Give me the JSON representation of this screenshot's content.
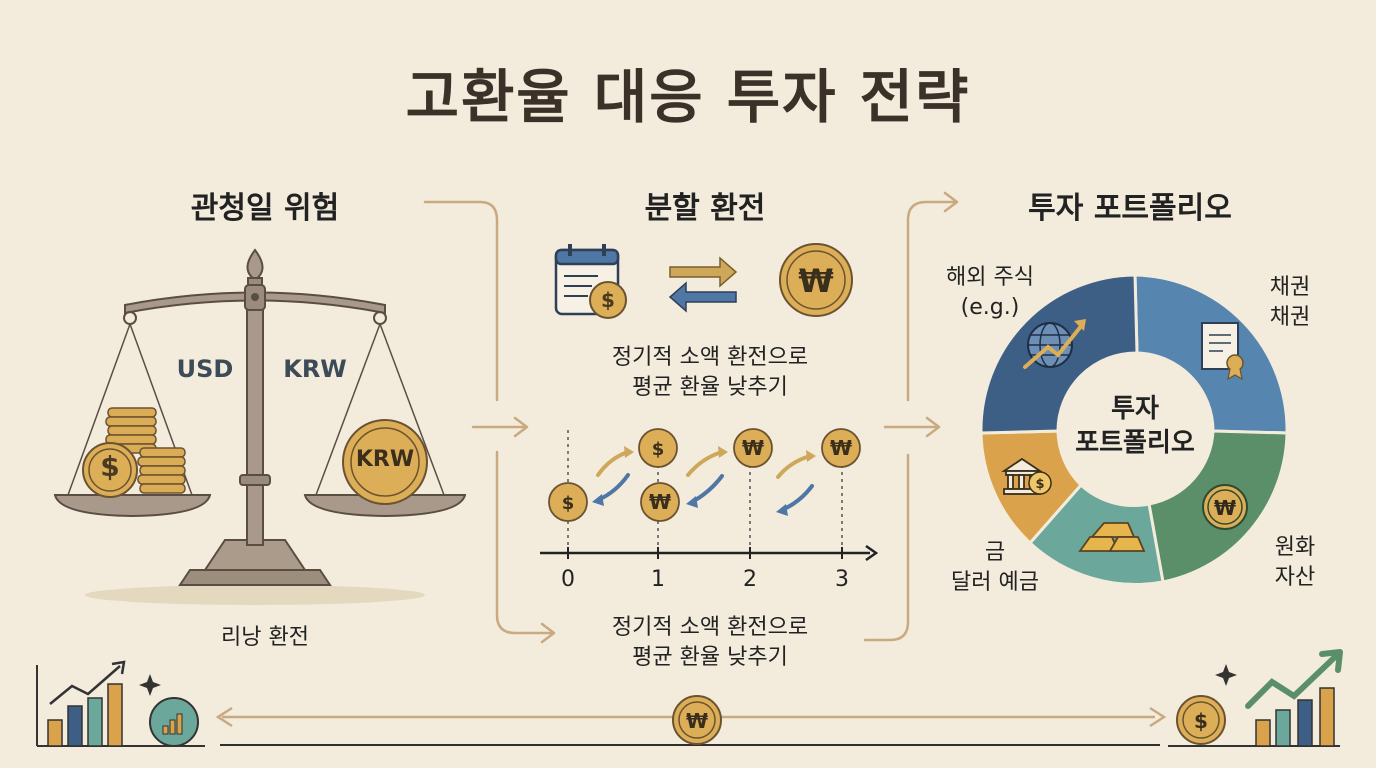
{
  "title": "고환율 대응 투자 전략",
  "left": {
    "heading": "관청일 위험",
    "usd_label": "USD",
    "krw_label": "KRW",
    "coin_text": "KRW",
    "caption": "리낭 환전"
  },
  "middle": {
    "heading": "분할 환전",
    "desc_line1": "정기적 소액 환전으로",
    "desc_line2": "평균 환율 낮추기",
    "ticks": [
      "0",
      "1",
      "2",
      "3"
    ],
    "bottom_line1": "정기적 소액 환전으로",
    "bottom_line2": "평균 환율 낮추기"
  },
  "right": {
    "heading": "투자 포트폴리오",
    "center_line1": "투자",
    "center_line2": "포트폴리오",
    "seg_overseas_line1": "해외 주식",
    "seg_overseas_line2": "(e.g.)",
    "seg_bonds_line1": "채권",
    "seg_bonds_line2": "채권",
    "seg_won_line1": "원화",
    "seg_won_line2": "자산",
    "seg_gold_line1": "금",
    "seg_gold_line2": "달러 예금"
  },
  "icons": {
    "dollar": "$",
    "won": "₩"
  },
  "colors": {
    "background": "#f3ecdd",
    "tan": "#c9a97f",
    "gold": "#d9a84a",
    "navy": "#3d5f86",
    "blue": "#5685b0",
    "green": "#5b8f6a",
    "teal": "#6ba79a",
    "orange": "#dba24c"
  }
}
